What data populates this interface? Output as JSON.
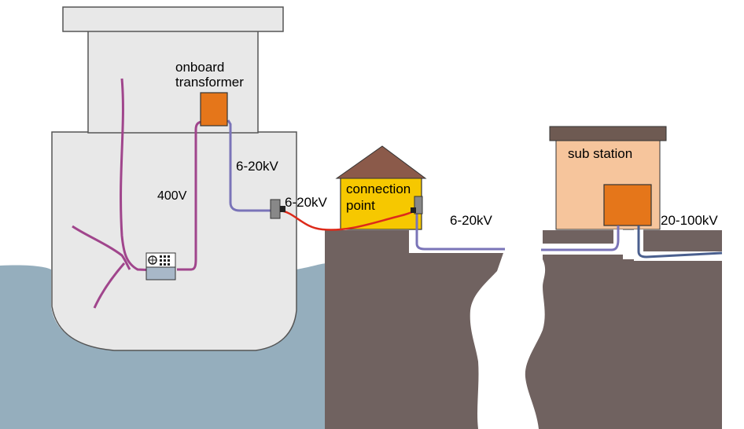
{
  "labels": {
    "onboard_transformer_line1": "onboard",
    "onboard_transformer_line2": "transformer",
    "ship_voltage_6_20": "6-20kV",
    "ship_voltage_400": "400V",
    "plug_voltage": "6-20kV",
    "connection_point_line1": "connection",
    "connection_point_line2": "point",
    "cable_voltage": "6-20kV",
    "substation": "sub station",
    "grid_voltage": "20-100kV"
  },
  "colors": {
    "sea": "#95aebd",
    "ship_hull": "#e8e8e8",
    "land": "#706260",
    "transformer": "#e5761a",
    "connection_house": "#f6c800",
    "roof": "#8b5a4a",
    "substation_wall": "#f6c59c",
    "substation_roof": "#6e5a52",
    "cable_400v": "#a0458c",
    "cable_6_20kv": "#7a74b8",
    "shore_cable": "#dd2a1a",
    "grid_cable": "#4a5f8e"
  },
  "icons": [
    "switchboard-icon",
    "plug-icon",
    "socket-icon"
  ]
}
